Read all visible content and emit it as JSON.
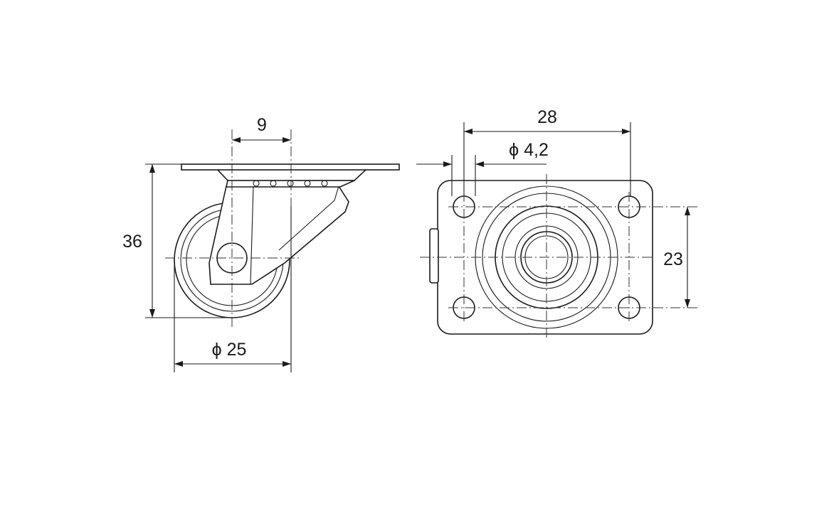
{
  "side_view": {
    "offset_dimension": "9",
    "height_dimension": "36",
    "wheel_diameter_symbol": "ϕ",
    "wheel_diameter_value": "25"
  },
  "top_view": {
    "hole_spacing_x": "28",
    "bolt_hole_symbol": "ϕ",
    "bolt_hole_value": "4,2",
    "hole_spacing_y": "23"
  },
  "colors": {
    "line": "#1a1a1a",
    "background": "#ffffff"
  }
}
